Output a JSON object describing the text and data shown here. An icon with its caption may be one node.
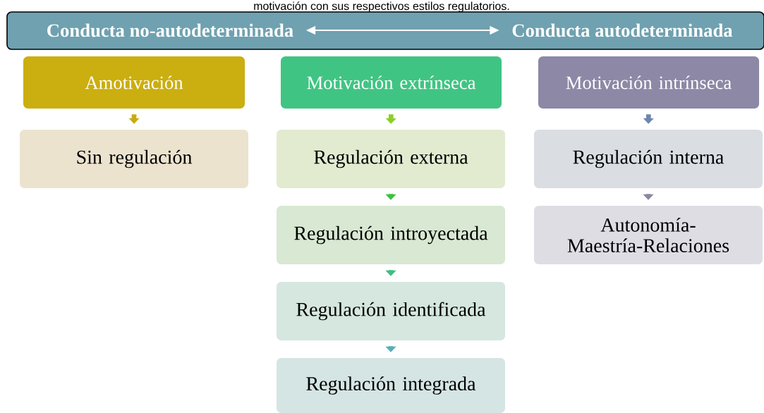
{
  "diagram": {
    "title": "motivación con sus respectivos estilos regulatorios.",
    "nodes": [
      {
        "text": [],
        "shape": "box"
      },
      {
        "text": [
          "Conducta no-autodeterminada"
        ],
        "in": 0
      },
      {
        "text": [
          "Conducta autodeterminada"
        ],
        "in": 0
      },
      {
        "text": [
          "Amotivación"
        ]
      },
      {
        "text": [
          "Sin regulación"
        ]
      },
      {
        "text": [
          "Motivación extrínseca"
        ]
      },
      {
        "text": [
          "Regulación externa"
        ]
      },
      {
        "text": [
          "Regulación introyectada"
        ]
      },
      {
        "text": [
          "Regulación identificada"
        ]
      },
      {
        "text": [
          "Regulación integrada"
        ]
      },
      {
        "text": [
          "Motivación intrínseca"
        ]
      },
      {
        "text": [
          "Regulación interna"
        ]
      },
      {
        "text": [
          "Autonomía-Maestría-Relaciones"
        ]
      }
    ],
    "edges": [
      {
        "from": 1,
        "to": 2,
        "arrow": "both",
        "color": "#ffffff"
      },
      {
        "from": 3,
        "to": 4,
        "arrow": "to",
        "color": "#c9ab10"
      },
      {
        "from": 5,
        "to": 6,
        "arrow": "to",
        "color": "#8bcf24"
      },
      {
        "from": 6,
        "to": 7,
        "arrow": "to",
        "color": "#3cc23c"
      },
      {
        "from": 7,
        "to": 8,
        "arrow": "to",
        "color": "#3fbf80"
      },
      {
        "from": 8,
        "to": 9,
        "arrow": "to",
        "color": "#5aaeb8"
      },
      {
        "from": 10,
        "to": 11,
        "arrow": "to",
        "color": "#6d86ad"
      },
      {
        "from": 11,
        "to": 12,
        "arrow": "to",
        "color": "#8a88a0"
      }
    ]
  }
}
